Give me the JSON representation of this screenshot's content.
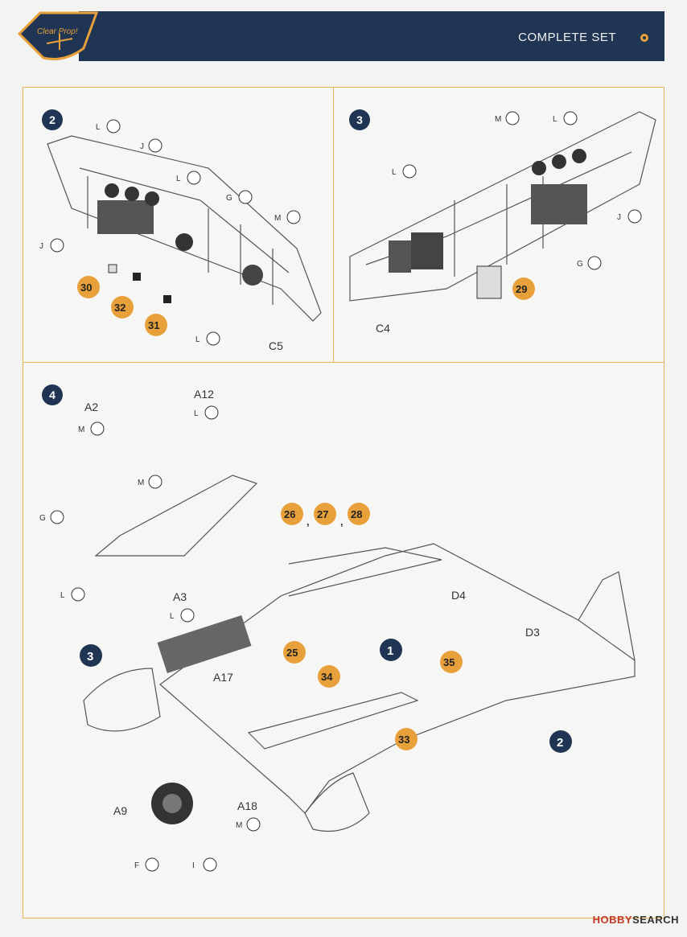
{
  "header": {
    "logo_text": "Clear Prop!",
    "title": "COMPLETE SET",
    "colors": {
      "bar": "#1f3553",
      "accent": "#e8a03a"
    }
  },
  "steps": {
    "step2": {
      "number": "2",
      "paint_codes": [
        "L",
        "J",
        "L",
        "G",
        "M",
        "J",
        "L"
      ],
      "decals": [
        "30",
        "32",
        "31"
      ],
      "parts": [
        "C5"
      ]
    },
    "step3": {
      "number": "3",
      "paint_codes": [
        "M",
        "L",
        "L",
        "J",
        "G"
      ],
      "decals": [
        "29"
      ],
      "parts": [
        "C4"
      ]
    },
    "step4": {
      "number": "4",
      "parts": [
        "A2",
        "A12",
        "A3",
        "A17",
        "D4",
        "D3",
        "A9",
        "A18"
      ],
      "paint_codes": [
        "M",
        "L",
        "M",
        "G",
        "L",
        "L",
        "M",
        "F",
        "I"
      ],
      "decals": [
        "26",
        "27",
        "28",
        "25",
        "34",
        "35",
        "33"
      ],
      "separators": [
        ",",
        ","
      ],
      "subassembly_refs": [
        "1",
        "2",
        "3"
      ]
    }
  },
  "footer": {
    "brand_hobby": "HOBBY",
    "brand_search": "SEARCH"
  }
}
